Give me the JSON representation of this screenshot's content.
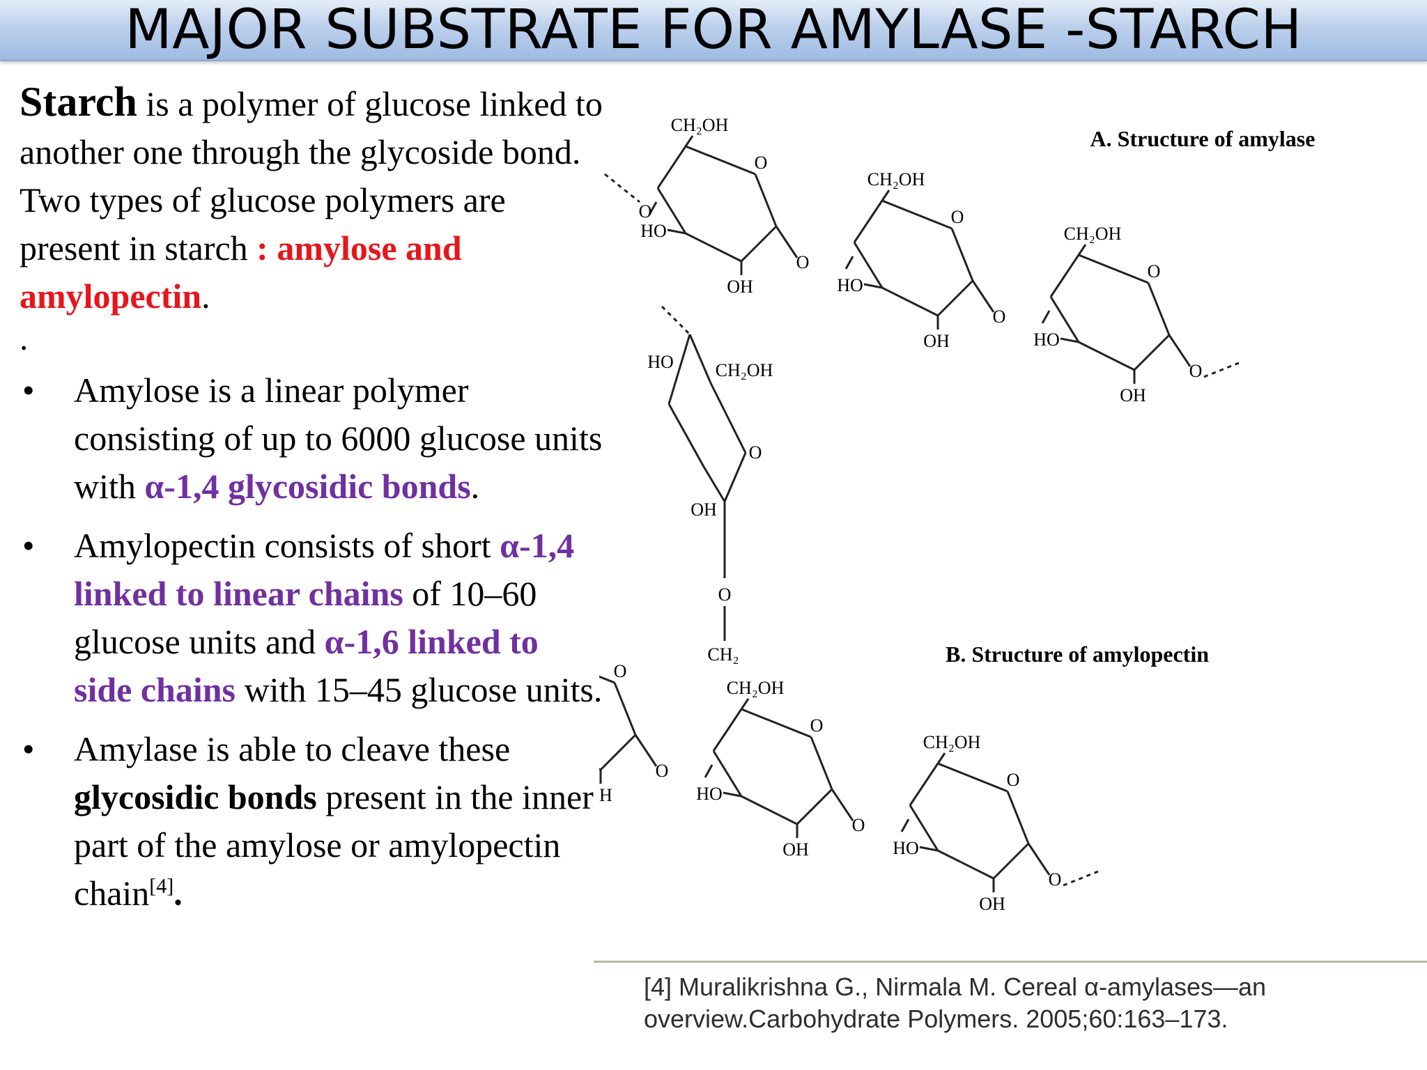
{
  "title": "MAJOR SUBSTRATE FOR AMYLASE -STARCH",
  "intro": {
    "lead": "Starch",
    "text": " is a polymer of glucose linked to another one through the glycoside bond. Two types of glucose polymers are present in starch ",
    "highlight": ": amylose and amylopectin",
    "end": ".",
    "trailing_dot": "."
  },
  "bullets": {
    "b1": {
      "pre": "Amylose is a linear polymer consisting of up to 6000 glucose units with ",
      "hl": "α-1,4 glycosidic bonds",
      "post": "."
    },
    "b2": {
      "pre": "Amylopectin consists of short ",
      "hl1": "α-1,4 linked to linear chains",
      "mid": " of 10–60 glucose units and ",
      "hl2": "α-1,6 linked to side chains",
      "post": " with 15–45 glucose units."
    },
    "b3": {
      "pre": "Amylase is able to cleave these ",
      "bold": "glycosidic bonds",
      "mid": " present in the inner part of the amylose or amylopectin chain",
      "sup": "[4]",
      "post": "."
    }
  },
  "figure": {
    "label_a": "A. Structure of amylase",
    "label_b": "B. Structure of amylopectin",
    "atoms": {
      "ch2oh": "CH₂OH",
      "ch2": "CH₂",
      "o": "O",
      "ho": "HO",
      "oh": "OH"
    }
  },
  "reference": {
    "line1": "[4] Muralikrishna G., Nirmala M. Cereal α-amylases—an",
    "line2": "overview.Carbohydrate Polymers. 2005;60:163–173."
  }
}
